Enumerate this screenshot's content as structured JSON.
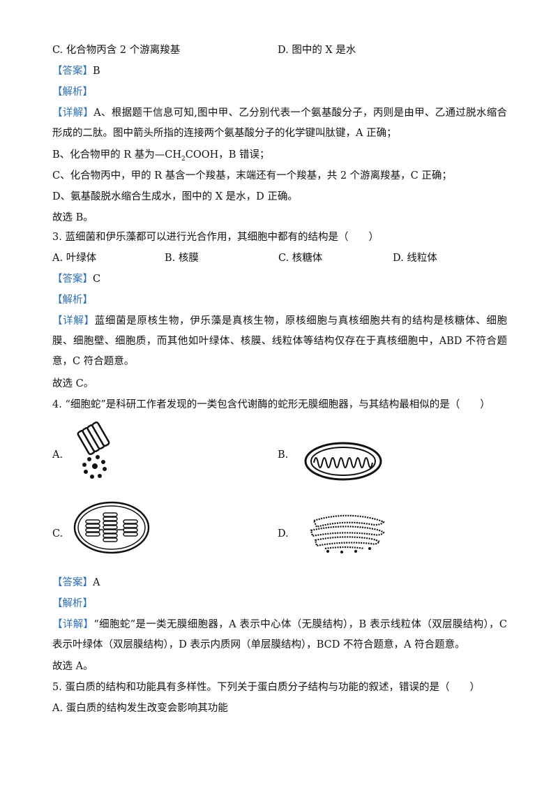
{
  "q2": {
    "option_c": "C. 化合物丙含 2 个游离羧基",
    "option_d": "D. 图中的 X 是水",
    "answer_tag": "【答案】",
    "answer": "B",
    "analysis_tag": "【解析】",
    "detail_tag": "【详解】",
    "detail_a": "A、根据题干信息可知,图中甲、乙分别代表一个氨基酸分子，丙则是由甲、乙通过脱水缩合形成的二肽。图中箭头所指的连接两个氨基酸分子的化学键叫肽键，A 正确；",
    "detail_b_pre": "B、化合物甲的 R 基为—CH",
    "detail_b_sub": "2",
    "detail_b_post": "COOH，B 错误；",
    "detail_c": "C、化合物丙中，甲的 R 基含一个羧基，末端还有一个羧基，共 2 个游离羧基，C 正确；",
    "detail_d": "D、氨基酸脱水缩合生成水，图中的 X 是水，D 正确。",
    "conclusion": "故选 B。"
  },
  "q3": {
    "stem": "3. 蓝细菌和伊乐藻都可以进行光合作用，其细胞中都有的结构是（　　）",
    "options": [
      "A. 叶绿体",
      "B. 核膜",
      "C. 核糖体",
      "D. 线粒体"
    ],
    "answer_tag": "【答案】",
    "answer": "C",
    "analysis_tag": "【解析】",
    "detail_tag": "【详解】",
    "detail": "蓝细菌是原核生物，伊乐藻是真核生物，原核细胞与真核细胞共有的结构是核糖体、细胞膜、细胞壁、细胞质，而其他如叶绿体、核膜、线粒体等结构仅存在于真核细胞中，ABD 不符合题意，C 符合题意。",
    "conclusion": "故选 C。"
  },
  "q4": {
    "stem": "4. “细胞蛇”是科研工作者发现的一类包含代谢酶的蛇形无膜细胞器，与其结构最相似的是（　　）",
    "option_labels": [
      "A.",
      "B.",
      "C.",
      "D."
    ],
    "answer_tag": "【答案】",
    "answer": "A",
    "analysis_tag": "【解析】",
    "detail_tag": "【详解】",
    "detail": "“细胞蛇”是一类无膜细胞器，A 表示中心体（无膜结构），B 表示线粒体（双层膜结构），C 表示叶绿体（双层膜结构），D 表示内质网（单层膜结构），BCD 不符合题意，A 符合题意。",
    "conclusion": "故选 A。"
  },
  "q5": {
    "stem": "5. 蛋白质的结构和功能具有多样性。下列关于蛋白质分子结构与功能的叙述，错误的是（　　）",
    "option_a": "A. 蛋白质的结构发生改变会影响其功能"
  },
  "colors": {
    "tag": "#2f6fb5",
    "text": "#111111"
  }
}
